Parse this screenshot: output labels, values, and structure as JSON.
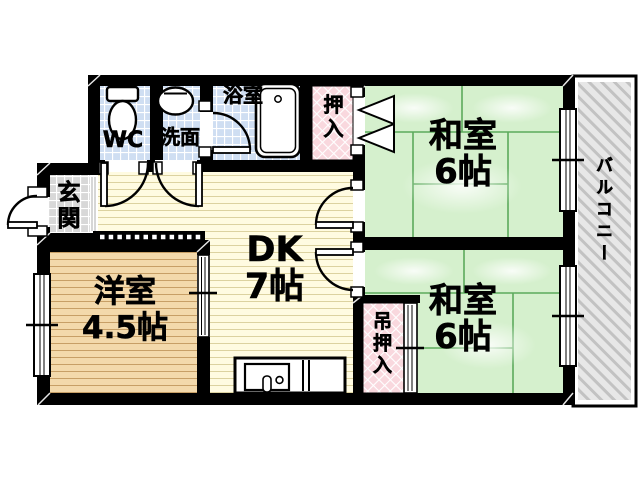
{
  "rooms": {
    "genkan": {
      "label": "玄関"
    },
    "wc": {
      "label": "WC"
    },
    "washroom": {
      "label": "洗面"
    },
    "bathroom": {
      "label": "浴室"
    },
    "closet": {
      "label": "押入"
    },
    "washitsu_north": {
      "label": "和室",
      "size": "6帖"
    },
    "washitsu_south": {
      "label": "和室",
      "size": "6帖"
    },
    "dk": {
      "label": "DK",
      "size": "7帖"
    },
    "youshitsu": {
      "label": "洋室",
      "size": "4.5帖"
    },
    "hanging_closet": {
      "label": "吊押入"
    },
    "balcony": {
      "label": "バルコニー"
    }
  },
  "fixtures": [
    "toilet-icon",
    "washbasin-icon",
    "bathtub-icon",
    "kitchen-sink-icon",
    "swing-door-icon",
    "folding-door-icon",
    "sliding-window-icon"
  ],
  "colors": {
    "wall": "#000000",
    "tatami_green": "#d5f0cd",
    "tatami_line": "#5caa5c",
    "dk_floor": "#fffbe1",
    "dk_floor_line": "#dcd2a0",
    "wood_floor": "#f3d9ab",
    "wood_floor_line": "#c79f66",
    "wet_tile_blue": "#cfdef2",
    "entrance_tile_gray": "#d8d8d8",
    "closet_pink": "#f9d8de",
    "balcony_hatch": "#c2c2c2",
    "balcony_bg": "#e7e7e7"
  }
}
